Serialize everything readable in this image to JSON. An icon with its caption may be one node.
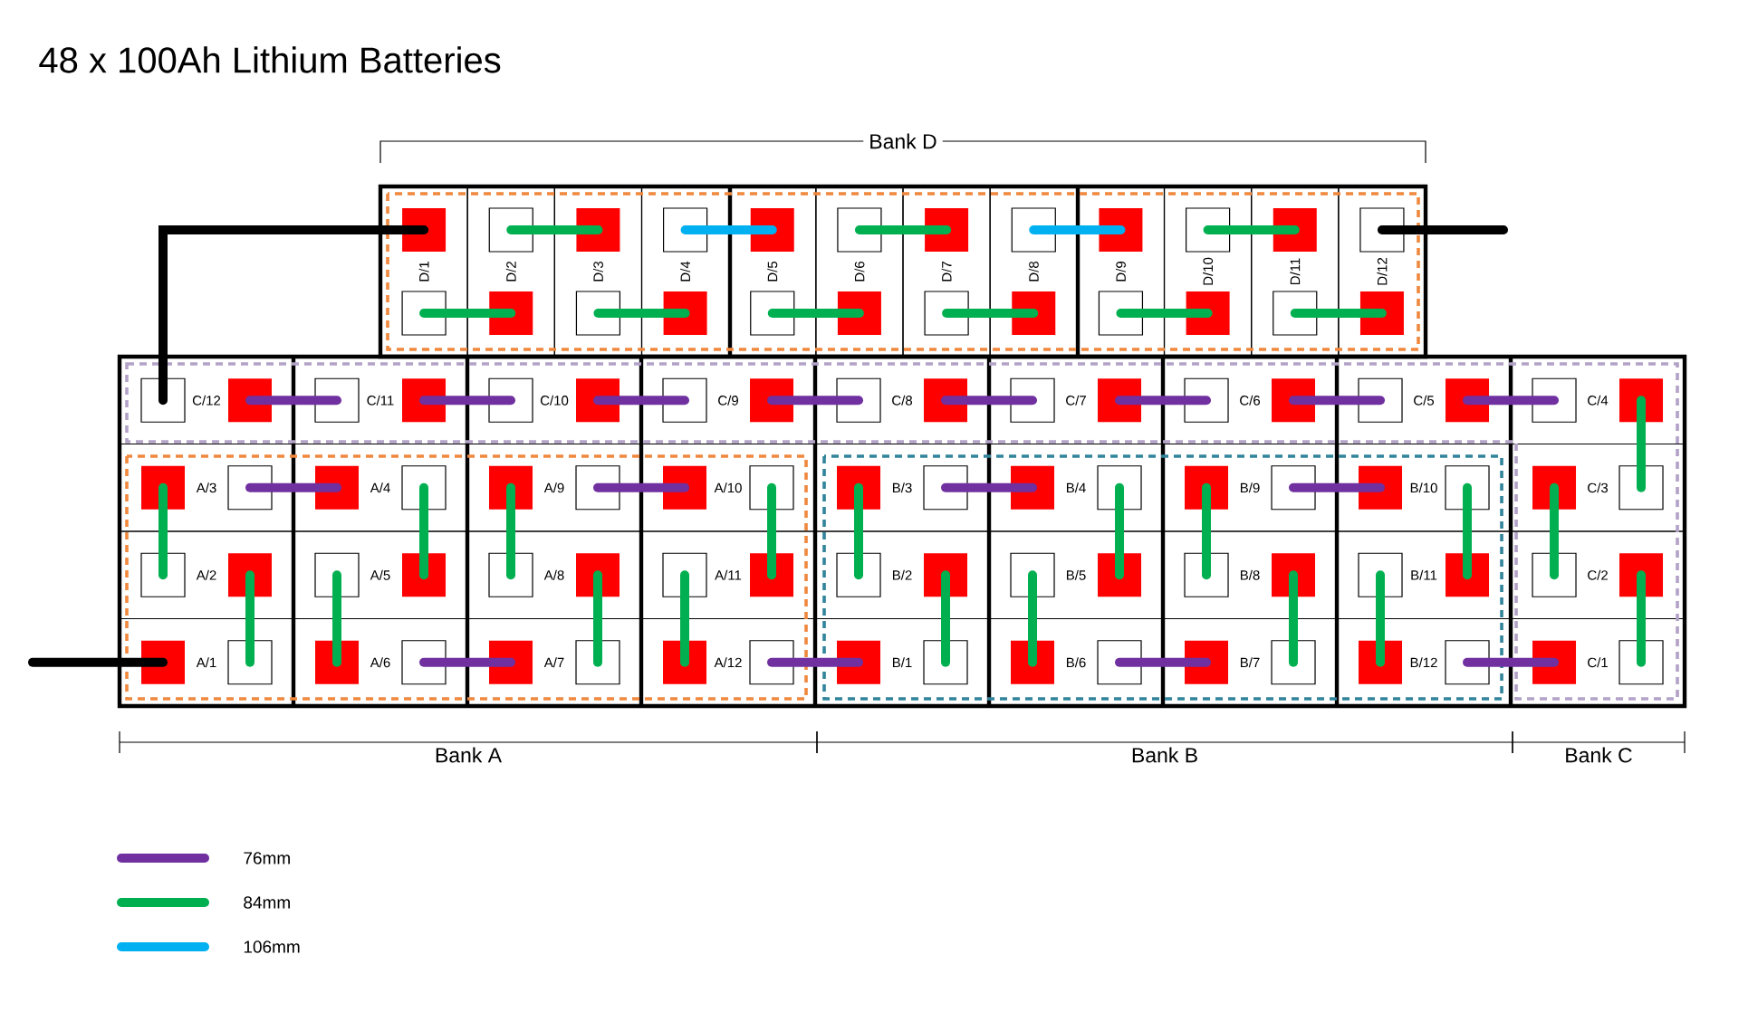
{
  "diagram": {
    "title": "48 x 100Ah Lithium Batteries",
    "nodes": [
      {
        "text": [
          "D/1"
        ]
      },
      {
        "text": [
          "D/2"
        ]
      },
      {
        "text": [
          "D/3"
        ]
      },
      {
        "text": [
          "D/4"
        ]
      },
      {
        "text": [
          "D/5"
        ]
      },
      {
        "text": [
          "D/6"
        ]
      },
      {
        "text": [
          "D/7"
        ]
      },
      {
        "text": [
          "D/8"
        ]
      },
      {
        "text": [
          "D/9"
        ]
      },
      {
        "text": [
          "D/10"
        ]
      },
      {
        "text": [
          "D/11"
        ]
      },
      {
        "text": [
          "D/12"
        ]
      },
      {
        "text": [
          "C/12"
        ]
      },
      {
        "text": [
          "C/11"
        ]
      },
      {
        "text": [
          "C/10"
        ]
      },
      {
        "text": [
          "C/9"
        ]
      },
      {
        "text": [
          "C/8"
        ]
      },
      {
        "text": [
          "C/7"
        ]
      },
      {
        "text": [
          "C/6"
        ]
      },
      {
        "text": [
          "C/5"
        ]
      },
      {
        "text": [
          "C/4"
        ]
      },
      {
        "text": [
          "A/3"
        ]
      },
      {
        "text": [
          "A/4"
        ]
      },
      {
        "text": [
          "A/9"
        ]
      },
      {
        "text": [
          "A/10"
        ]
      },
      {
        "text": [
          "B/3"
        ]
      },
      {
        "text": [
          "B/4"
        ]
      },
      {
        "text": [
          "B/9"
        ]
      },
      {
        "text": [
          "B/10"
        ]
      },
      {
        "text": [
          "C/3"
        ]
      },
      {
        "text": [
          "A/2"
        ]
      },
      {
        "text": [
          "A/5"
        ]
      },
      {
        "text": [
          "A/8"
        ]
      },
      {
        "text": [
          "A/11"
        ]
      },
      {
        "text": [
          "B/2"
        ]
      },
      {
        "text": [
          "B/5"
        ]
      },
      {
        "text": [
          "B/8"
        ]
      },
      {
        "text": [
          "B/11"
        ]
      },
      {
        "text": [
          "C/2"
        ]
      },
      {
        "text": [
          "A/1"
        ]
      },
      {
        "text": [
          "A/6"
        ]
      },
      {
        "text": [
          "A/7"
        ]
      },
      {
        "text": [
          "A/12"
        ]
      },
      {
        "text": [
          "B/1"
        ]
      },
      {
        "text": [
          "B/6"
        ]
      },
      {
        "text": [
          "B/7"
        ]
      },
      {
        "text": [
          "B/12"
        ]
      },
      {
        "text": [
          "C/1"
        ]
      }
    ],
    "edges": [
      {
        "from": null,
        "to": 39,
        "arrow": "none",
        "color": "#000000"
      },
      {
        "from": 39,
        "to": 30,
        "arrow": "none"
      },
      {
        "from": 30,
        "to": 21,
        "arrow": "none"
      },
      {
        "from": 21,
        "to": 22,
        "arrow": "none",
        "color": "#7030a0"
      },
      {
        "from": 22,
        "to": 31,
        "arrow": "none"
      },
      {
        "from": 31,
        "to": 40,
        "arrow": "none"
      },
      {
        "from": 40,
        "to": 41,
        "arrow": "none",
        "color": "#7030a0"
      },
      {
        "from": 41,
        "to": 32,
        "arrow": "none"
      },
      {
        "from": 32,
        "to": 23,
        "arrow": "none"
      },
      {
        "from": 23,
        "to": 24,
        "arrow": "none",
        "color": "#7030a0"
      },
      {
        "from": 24,
        "to": 33,
        "arrow": "none"
      },
      {
        "from": 33,
        "to": 42,
        "arrow": "none"
      },
      {
        "from": 42,
        "to": 43,
        "arrow": "none",
        "color": "#7030a0"
      },
      {
        "from": 43,
        "to": 34,
        "arrow": "none"
      },
      {
        "from": 34,
        "to": 25,
        "arrow": "none"
      },
      {
        "from": 25,
        "to": 26,
        "arrow": "none",
        "color": "#7030a0"
      },
      {
        "from": 26,
        "to": 35,
        "arrow": "none"
      },
      {
        "from": 35,
        "to": 44,
        "arrow": "none"
      },
      {
        "from": 44,
        "to": 45,
        "arrow": "none",
        "color": "#7030a0"
      },
      {
        "from": 45,
        "to": 36,
        "arrow": "none"
      },
      {
        "from": 36,
        "to": 27,
        "arrow": "none"
      },
      {
        "from": 27,
        "to": 28,
        "arrow": "none",
        "color": "#7030a0"
      },
      {
        "from": 28,
        "to": 37,
        "arrow": "none"
      },
      {
        "from": 37,
        "to": 46,
        "arrow": "none"
      },
      {
        "from": 46,
        "to": 47,
        "arrow": "none",
        "color": "#7030a0"
      },
      {
        "from": 47,
        "to": 38,
        "arrow": "none"
      },
      {
        "from": 38,
        "to": 29,
        "arrow": "none"
      },
      {
        "from": 29,
        "to": 20,
        "arrow": "none"
      },
      {
        "from": 20,
        "to": 19,
        "arrow": "none",
        "color": "#7030a0"
      },
      {
        "from": 19,
        "to": 18,
        "arrow": "none",
        "color": "#7030a0"
      },
      {
        "from": 18,
        "to": 17,
        "arrow": "none",
        "color": "#7030a0"
      },
      {
        "from": 17,
        "to": 16,
        "arrow": "none",
        "color": "#7030a0"
      },
      {
        "from": 16,
        "to": 15,
        "arrow": "none",
        "color": "#7030a0"
      },
      {
        "from": 15,
        "to": 14,
        "arrow": "none",
        "color": "#7030a0"
      },
      {
        "from": 14,
        "to": 13,
        "arrow": "none",
        "color": "#7030a0"
      },
      {
        "from": 13,
        "to": 12,
        "arrow": "none",
        "color": "#7030a0"
      },
      {
        "from": 12,
        "to": 0,
        "arrow": "none",
        "color": "#000000"
      },
      {
        "from": 0,
        "to": 1,
        "arrow": "none"
      },
      {
        "from": 1,
        "to": 2,
        "arrow": "none"
      },
      {
        "from": 2,
        "to": 3,
        "arrow": "none"
      },
      {
        "from": 3,
        "to": 4,
        "arrow": "none",
        "color": "#00b0f0"
      },
      {
        "from": 4,
        "to": 5,
        "arrow": "none"
      },
      {
        "from": 5,
        "to": 6,
        "arrow": "none"
      },
      {
        "from": 6,
        "to": 7,
        "arrow": "none"
      },
      {
        "from": 7,
        "to": 8,
        "arrow": "none",
        "color": "#00b0f0"
      },
      {
        "from": 8,
        "to": 9,
        "arrow": "none"
      },
      {
        "from": 9,
        "to": 10,
        "arrow": "none"
      },
      {
        "from": 10,
        "to": 11,
        "arrow": "none"
      },
      {
        "from": 11,
        "to": null,
        "arrow": "none",
        "color": "#000000"
      }
    ],
    "labels": [
      "Bank D",
      "Bank A",
      "Bank B",
      "Bank C"
    ],
    "legend": [
      {
        "text": "76mm",
        "color": "#7030a0"
      },
      {
        "text": "84mm",
        "color": "#00b050"
      },
      {
        "text": "106mm",
        "color": "#00b0f0"
      }
    ]
  }
}
